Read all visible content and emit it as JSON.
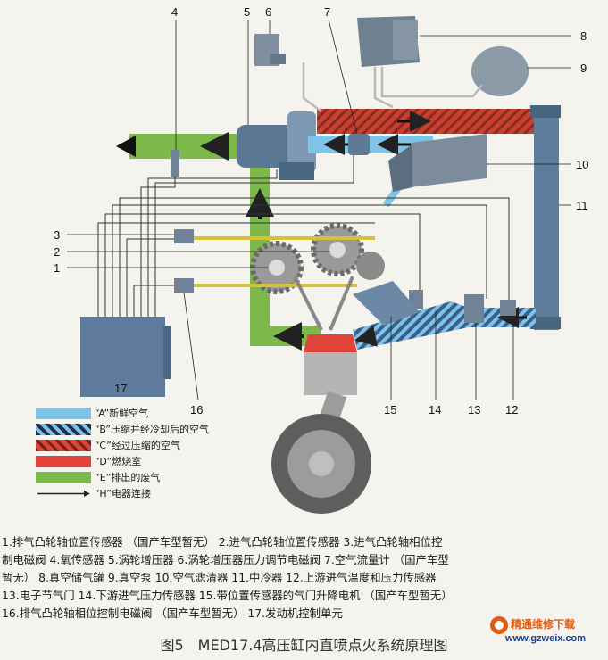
{
  "colors": {
    "fresh_air": "#7ec4e6",
    "compressed_cooled": "#3b5f8a",
    "compressed": "#c8402e",
    "combustion": "#e0443a",
    "exhaust": "#7db84a",
    "wire": "#333333"
  },
  "callouts": [
    "1",
    "2",
    "3",
    "4",
    "5",
    "6",
    "7",
    "8",
    "9",
    "10",
    "11",
    "12",
    "13",
    "14",
    "15",
    "16",
    "17"
  ],
  "legend": [
    {
      "label": "“A”新鲜空气",
      "style": "fresh_air"
    },
    {
      "label": "“B”压缩并经冷却后的空气",
      "style": "compressed_cooled"
    },
    {
      "label": "“C”经过压缩的空气",
      "style": "compressed"
    },
    {
      "label": "“D”燃烧室",
      "style": "combustion"
    },
    {
      "label": "“E”排出的废气",
      "style": "exhaust"
    },
    {
      "label": "“H”电器连接",
      "style": "wire"
    }
  ],
  "captions": [
    "1.排气凸轮轴位置传感器 （国产车型暂无） 2.进气凸轮轴位置传感器 3.进气凸轮轴相位控",
    "制电磁阀 4.氧传感器 5.涡轮增压器 6.涡轮增压器压力调节电磁阀 7.空气流量计 （国产车型",
    "暂无） 8.真空储气罐 9.真空泵 10.空气滤清器 11.中冷器 12.上游进气温度和压力传感器",
    "13.电子节气门 14.下游进气压力传感器 15.带位置传感器的气门升降电机 （国产车型暂无）",
    "16.排气凸轮轴相位控制电磁阀 （国产车型暂无） 17.发动机控制单元"
  ],
  "figure_title": "图5　MED17.4高压缸内直喷点火系统原理图",
  "watermark": {
    "title": "精通维修下载",
    "url": "www.gzweix.com"
  }
}
